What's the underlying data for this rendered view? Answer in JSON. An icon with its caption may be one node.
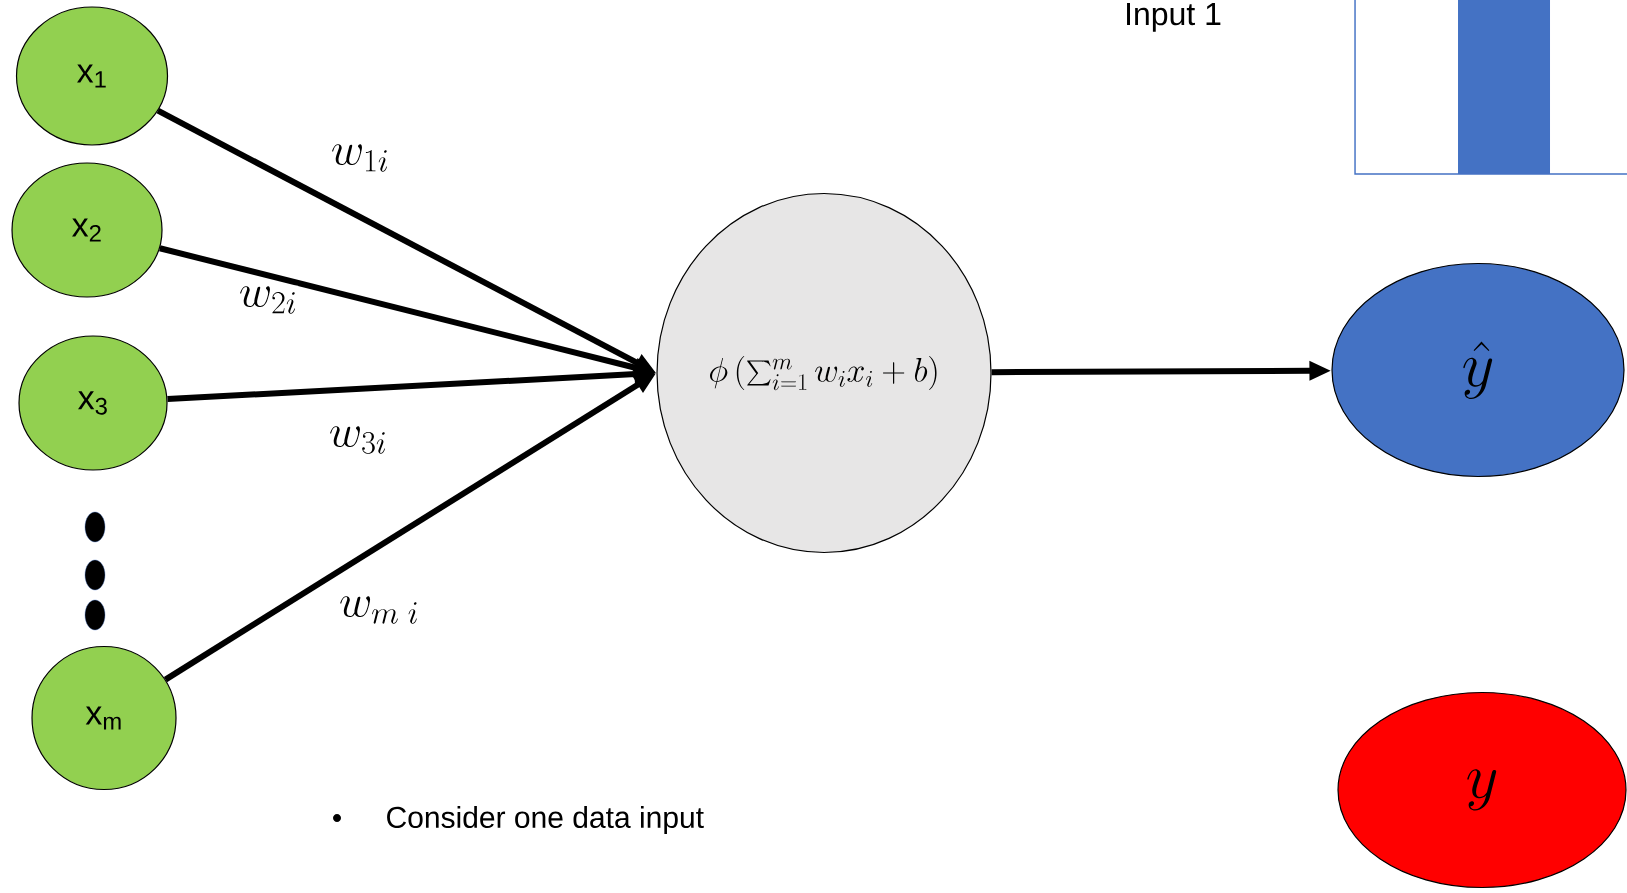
{
  "diagram": {
    "nodes": [
      {
        "text": [
          "x$_{1}$"
        ]
      },
      {
        "text": [
          "x$_{2}$"
        ]
      },
      {
        "text": [
          "x$_{3}$"
        ]
      },
      {
        "text": [
          "x$_{m}$"
        ]
      },
      {
        "text": [
          "\\phi\\left(\\sum\\nolimits_{i=1}^{m} w_i x_i + b\\right)"
        ]
      },
      {
        "text": [
          "\\hat{y}"
        ]
      },
      {
        "text": [
          "y"
        ]
      }
    ],
    "edges": [
      {
        "from": 0,
        "to": 4,
        "arrow": "to",
        "label": "w_{1i}"
      },
      {
        "from": 1,
        "to": 4,
        "arrow": "to",
        "label": "w_{2i}"
      },
      {
        "from": 2,
        "to": 4,
        "arrow": "to",
        "label": "w_{3i}"
      },
      {
        "from": 3,
        "to": 4,
        "arrow": "to",
        "label": "w_{m\\;i}"
      },
      {
        "from": 4,
        "to": 5,
        "arrow": "to"
      }
    ],
    "labels": [
      "Input 1",
      "Consider one data input"
    ]
  }
}
